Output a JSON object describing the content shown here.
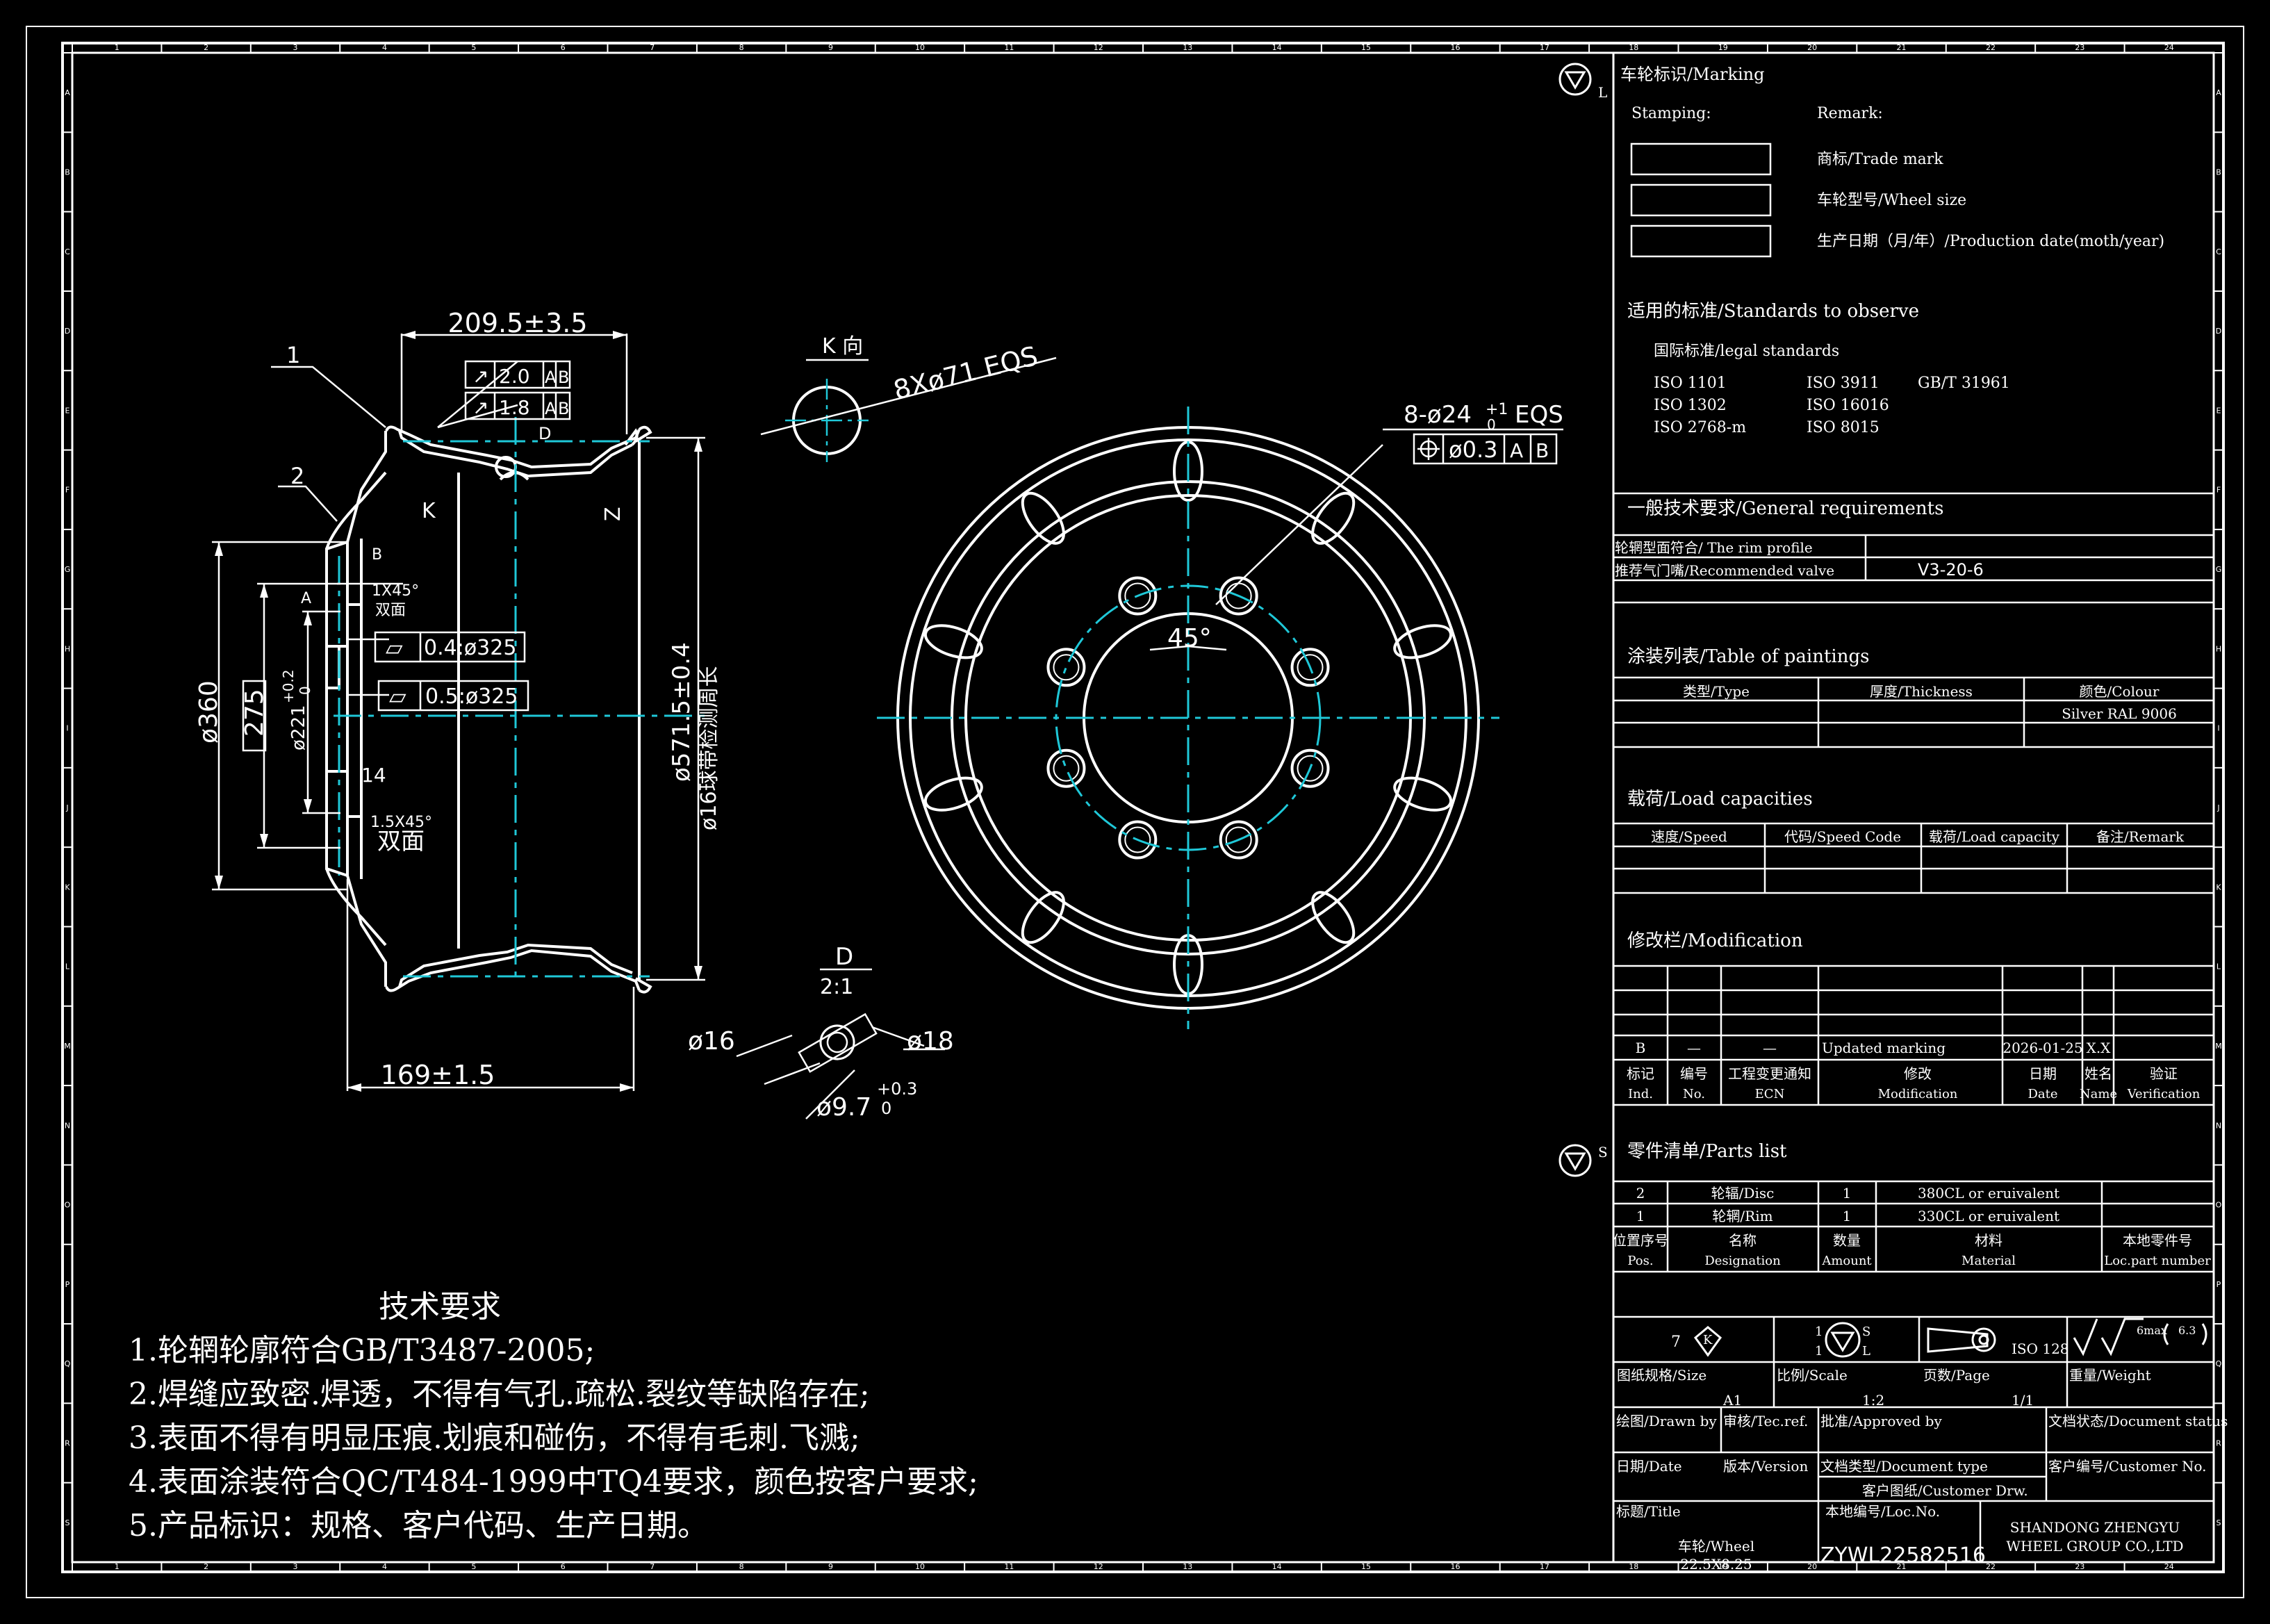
{
  "colors": {
    "background": "#000000",
    "line": "#ffffff",
    "centerline": "#1fc8d8"
  },
  "frame": {
    "top_numbers": [
      "1",
      "2",
      "3",
      "4",
      "5",
      "6",
      "7",
      "8",
      "9",
      "10",
      "11",
      "12",
      "13",
      "14",
      "15",
      "16",
      "17",
      "18",
      "19",
      "20",
      "21",
      "22",
      "23",
      "24"
    ],
    "side_letters": [
      "A",
      "B",
      "C",
      "D",
      "E",
      "F",
      "G",
      "H",
      "I",
      "J",
      "K",
      "L",
      "M",
      "N",
      "O",
      "P",
      "Q",
      "R",
      "S"
    ]
  },
  "section_view": {
    "dims": {
      "overall_width": "209.5±3.5",
      "bottom_width": "169±1.5",
      "dia_360": "ø360",
      "dia_275": "275",
      "dia_221": "ø221",
      "dia_221_tol_top": "+0.2",
      "dia_221_tol_bot": "0",
      "dia_571": "ø571.5±0.4",
      "dia_571_note": "ø16球带检测周长",
      "num_14": "14"
    },
    "labels": {
      "leader_1": "1",
      "leader_2": "2",
      "k": "K",
      "d": "D",
      "z": "Z",
      "a_datum": "A",
      "b_datum": "B"
    },
    "fcf": [
      {
        "sym": "↗",
        "value": "2.0",
        "refs": [
          "A",
          "B"
        ]
      },
      {
        "sym": "↗",
        "value": "1.8",
        "refs": [
          "A",
          "B"
        ]
      },
      {
        "sym": "▱",
        "value": "0.4:ø325",
        "refs": []
      },
      {
        "sym": "▱",
        "value": "0.5:ø325",
        "refs": []
      }
    ],
    "chamfer_1": "1X45°",
    "chamfer_1_note": "双面",
    "chamfer_2": "1.5X45°",
    "chamfer_2_note": "双面"
  },
  "k_view": {
    "title": "K 向",
    "note": "8Xø71 EQS"
  },
  "detail_d": {
    "title": "D",
    "scale": "2:1",
    "dia_16": "ø16",
    "dia_18": "ø18",
    "dia_97": "ø9.7",
    "tol_top": "+0.3",
    "tol_bot": "0"
  },
  "front_view": {
    "holes_note": "8-ø24",
    "holes_tol_top": "+1",
    "holes_tol_bot": "0",
    "holes_eqs": "EQS",
    "position_fcf": {
      "sym": "⌖",
      "value": "ø0.3",
      "refs": [
        "A",
        "B"
      ]
    },
    "angle": "45°",
    "bolt_hole_count": 8,
    "vent_hole_count": 10
  },
  "tech_req": {
    "title": "技术要求",
    "items": [
      "1.轮辋轮廓符合GB/T3487-2005;",
      "2.焊缝应致密.焊透，不得有气孔.疏松.裂纹等缺陷存在;",
      "3.表面不得有明显压痕.划痕和碰伤，不得有毛刺.飞溅;",
      "4.表面涂装符合QC/T484-1999中TQ4要求，颜色按客户要求;",
      "5.产品标识：规格、客户代码、生产日期。"
    ]
  },
  "title_block": {
    "marking": {
      "title": "车轮标识/Marking",
      "stamping": "Stamping:",
      "remark": "Remark:",
      "rows": [
        "商标/Trade mark",
        "车轮型号/Wheel size",
        "生产日期（月/年）/Production date(moth/year)"
      ],
      "symbol_l": "L"
    },
    "standards": {
      "title": "适用的标准/Standards to observe",
      "subtitle": "国际标准/legal standards",
      "col1": [
        "ISO 1101",
        "ISO 1302",
        "ISO 2768-m"
      ],
      "col2": [
        "ISO 3911",
        "ISO 16016",
        "ISO 8015"
      ],
      "col3": [
        "GB/T 31961"
      ]
    },
    "general": {
      "title": "一般技术要求/General requirements",
      "row1_label": "轮辋型面符合/ The rim profile",
      "row1_value": "",
      "row2_label": "推荐气门嘴/Recommended valve",
      "row2_value": "V3-20-6"
    },
    "paintings": {
      "title": "涂装列表/Table of paintings",
      "headers": [
        "类型/Type",
        "厚度/Thickness",
        "颜色/Colour"
      ],
      "row1": [
        "",
        "",
        "Silver RAL 9006"
      ]
    },
    "loads": {
      "title": "载荷/Load capacities",
      "headers": [
        "速度/Speed",
        "代码/Speed Code",
        "载荷/Load capacity",
        "备注/Remark"
      ]
    },
    "modification": {
      "title": "修改栏/Modification",
      "row_b": [
        "B",
        "—",
        "—",
        "Updated marking",
        "2026-01-25",
        "X.X",
        ""
      ],
      "headers_cn": [
        "标记",
        "编号",
        "工程变更通知",
        "修改",
        "日期",
        "姓名",
        "验证"
      ],
      "headers_en": [
        "Ind.",
        "No.",
        "ECN",
        "Modification",
        "Date",
        "Name",
        "Verification"
      ]
    },
    "parts": {
      "title": "零件清单/Parts list",
      "symbol_s": "S",
      "rows": [
        [
          "2",
          "轮辐/Disc",
          "1",
          "380CL or eruivalent",
          ""
        ],
        [
          "1",
          "轮辋/Rim",
          "1",
          "330CL or eruivalent",
          ""
        ]
      ],
      "headers_cn": [
        "位置序号",
        "名称",
        "数量",
        "材料",
        "本地零件号"
      ],
      "headers_en": [
        "Pos.",
        "Designation",
        "Amount",
        "Material",
        "Loc.part number"
      ]
    },
    "symbols": {
      "num7": "7",
      "k": "K",
      "s_1": "1",
      "s_s": "S",
      "l_1": "1",
      "l_l": "L",
      "iso128": "ISO 128",
      "rough1": "6max",
      "rough2": "6.3"
    },
    "size_label": "图纸规格/Size",
    "size_value": "A1",
    "scale_label": "比例/Scale",
    "scale_value": "1:2",
    "page_label": "页数/Page",
    "page_value": "1/1",
    "weight_label": "重量/Weight",
    "weight_value": "",
    "drawn_label": "绘图/Drawn by",
    "tecref_label": "审核/Tec.ref.",
    "approved_label": "批准/Approved by",
    "docstatus_label": "文档状态/Document status",
    "date_label": "日期/Date",
    "version_label": "版本/Version",
    "doctype_label": "文档类型/Document type",
    "custno_label": "客户编号/Customer No.",
    "custdrw_label": "客户图纸/Customer Drw.",
    "title_label": "标题/Title",
    "title_value_1": "车轮/Wheel",
    "title_value_2": "22.5X8.25",
    "locno_label": "本地编号/Loc.No.",
    "locno_value": "ZYWL22582516",
    "company_1": "SHANDONG ZHENGYU",
    "company_2": "WHEEL GROUP CO.,LTD"
  }
}
